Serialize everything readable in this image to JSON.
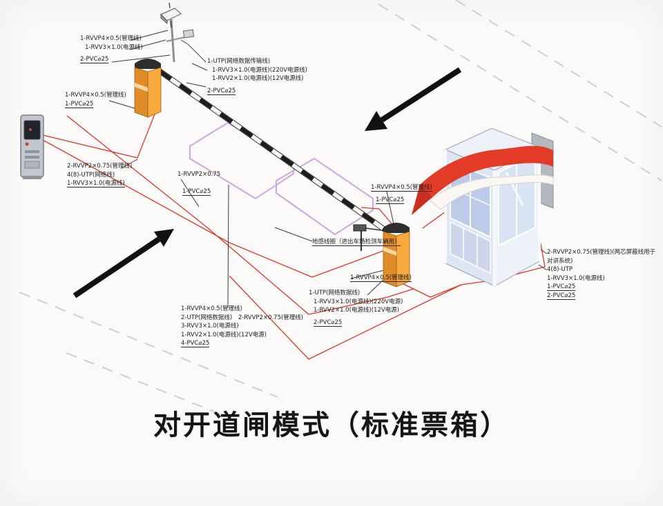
{
  "title": "对开道闸模式（标准票箱）",
  "labels": {
    "camera_group": [
      "1-RVVP4×0.5(管理线)",
      "1-RVV3×1.0(电源线)",
      "2-PVC⌀25"
    ],
    "entry_lane_group": [
      "1-UTP(网络数据传输线)",
      "1-RVV3×1.0(电源线)(220V电源线)",
      "1-RVV2×1.0(电源线)(12V电源线)",
      "2-PVC⌀25"
    ],
    "ticket_machine_group": [
      "1-RVVP4×0.5(管理线)",
      "1-PVC⌀25"
    ],
    "left_trunk_group": [
      "2-RVVP2×0.75(管理线)",
      "4(8)-UTP(网络线)",
      "1-RVV3×1.0(电源线)"
    ],
    "center_group": [
      "1-RVVP2×0.75",
      "1-PVC⌀25"
    ],
    "exit_gate_top_group": [
      "1-RVVP4×0.5(管理线)",
      "1-PVC⌀25"
    ],
    "ground_loop_label": "地感线圈（进出车场检测车辆用）",
    "exit_gate_bottom_group": [
      "1-RVVP4×0.5(管理线)"
    ],
    "exit_lane_group": [
      "1-UTP(网络数据线)",
      "1-RVV3×1.0(电源线)(220V电源)",
      "1-RVV2×1.0(电源线)(12V电源)",
      "2-PVC⌀25"
    ],
    "bottom_trunk_group": [
      "1-RVVP4×0.5(管理线)",
      "2-UTP(网络数据线)",
      "2-RVVP2×0.75(管理线)",
      "3-RVV3×1.0(电源线)",
      "1-RVV2×1.0(电源线)(12V电源)",
      "4-PVC⌀25"
    ],
    "booth_group": [
      "2-RVVP2×0.75(管理线)(两芯屏蔽线用于对讲系统)",
      "4(8)-UTP",
      "1-RVV3×1.0(电源线)",
      "1-PVC⌀25",
      "2-PVC⌀25"
    ]
  }
}
